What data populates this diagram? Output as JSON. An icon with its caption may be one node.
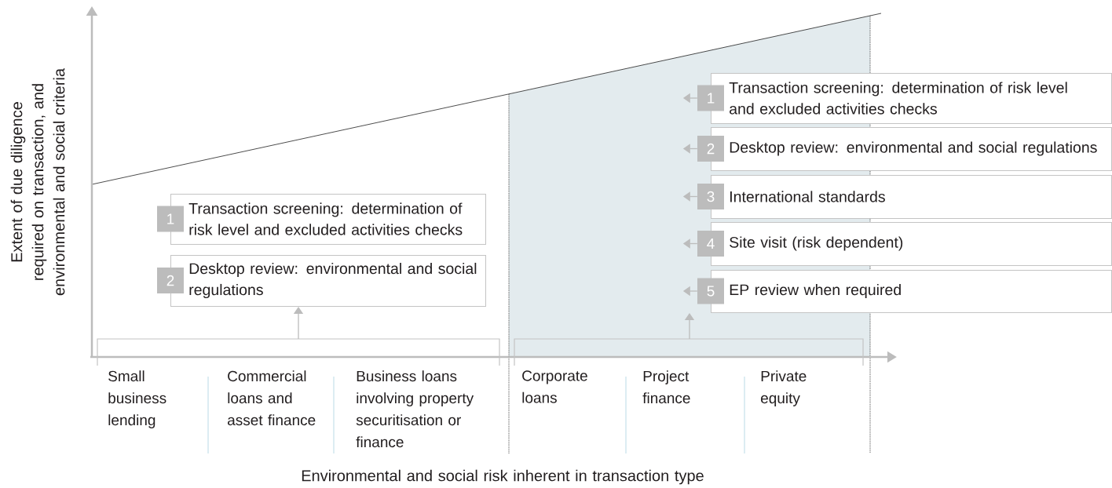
{
  "diagram": {
    "nodes": [
      {
        "text": [
          "1",
          "Transaction screening: determination of risk level and excluded activities checks"
        ]
      },
      {
        "text": [
          "2",
          "Desktop review: environmental and social regulations"
        ]
      },
      {
        "text": [
          "1",
          "Transaction screening: determination of risk level and excluded activities checks"
        ]
      },
      {
        "text": [
          "2",
          "Desktop review: environmental and social regulations"
        ]
      },
      {
        "text": [
          "3",
          "International standards"
        ]
      },
      {
        "text": [
          "4",
          "Site visit (risk dependent)"
        ]
      },
      {
        "text": [
          "5",
          "EP review when required"
        ]
      },
      {
        "text": [],
        "shape": "bracket"
      },
      {
        "text": [],
        "shape": "bracket"
      }
    ],
    "edges": [
      {
        "from": 7,
        "to": 1,
        "arrow": "to"
      },
      {
        "from": 8,
        "to": 6,
        "arrow": "to"
      },
      {
        "from": 2,
        "to": null,
        "arrow": "to"
      },
      {
        "from": 3,
        "to": null,
        "arrow": "to"
      },
      {
        "from": 4,
        "to": null,
        "arrow": "to"
      },
      {
        "from": 5,
        "to": null,
        "arrow": "to"
      },
      {
        "from": 6,
        "to": null,
        "arrow": "to"
      }
    ],
    "labels": [
      "Extent of due diligence required on transaction, and environmental and social criteria",
      "Small business lending",
      "Commercial loans and asset finance",
      "Business loans involving property securitisation or finance",
      "Corporate loans",
      "Project finance",
      "Private equity",
      "Environmental and social risk inherent in transaction type"
    ]
  }
}
